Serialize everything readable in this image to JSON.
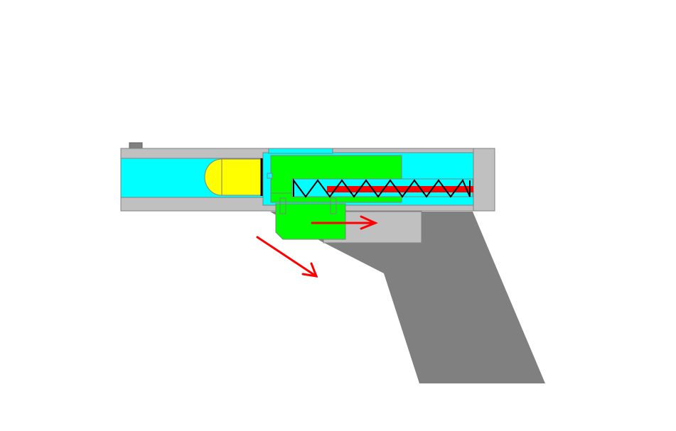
{
  "diagram": {
    "type": "mechanism-cross-section",
    "parts": [
      {
        "name": "front-sight",
        "color": "#808080"
      },
      {
        "name": "barrel-slide",
        "color": "#c0c0c0"
      },
      {
        "name": "barrel-bore",
        "color": "#00ffff"
      },
      {
        "name": "cartridge",
        "color": "#ffff00"
      },
      {
        "name": "receiver-chamber",
        "color": "#00ffff"
      },
      {
        "name": "bolt",
        "color": "#00ff00"
      },
      {
        "name": "trigger-block",
        "color": "#00ff00"
      },
      {
        "name": "recoil-spring",
        "color": "#000000"
      },
      {
        "name": "guide-rod",
        "color": "#ff0000"
      },
      {
        "name": "rear-cap",
        "color": "#c0c0c0"
      },
      {
        "name": "trigger-guard",
        "color": "#c0c0c0"
      },
      {
        "name": "grip",
        "color": "#808080"
      }
    ],
    "arrows": [
      {
        "name": "bolt-motion-arrow",
        "direction": "right",
        "color": "#ff0000"
      },
      {
        "name": "trigger-motion-arrow",
        "direction": "down-right",
        "color": "#ff0000"
      }
    ]
  }
}
